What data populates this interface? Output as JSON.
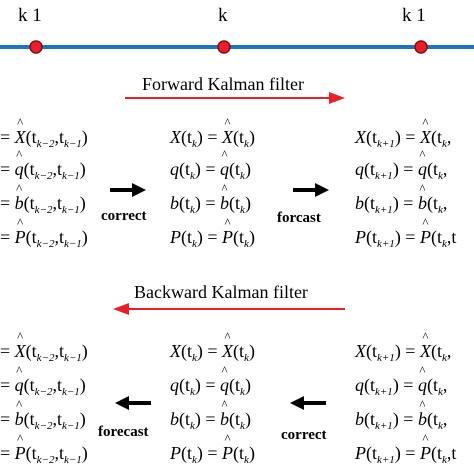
{
  "timeline": {
    "labels": [
      "k 1",
      "k",
      "k 1"
    ],
    "colors": {
      "line": "#1e74c4",
      "node_fill": "#e8202a",
      "node_stroke": "#8a0a10"
    }
  },
  "forward": {
    "title": "Forward Kalman filter",
    "arrow_color": "#e8202a",
    "step_left": "correct",
    "step_right": "forcast",
    "col_prev": {
      "r1": [
        "= ",
        "X",
        "(t",
        "k−2",
        ",t",
        "k−1",
        ")"
      ],
      "r2": [
        "= ",
        "q",
        "(t",
        "k−2",
        ",t",
        "k−1",
        ")"
      ],
      "r3": [
        "= ",
        "b",
        "(t",
        "k−2",
        ",t",
        "k−1",
        ")"
      ],
      "r4": [
        "= ",
        "P",
        "(t",
        "k−2",
        ",t",
        "k−1",
        ")"
      ]
    },
    "col_mid": {
      "r1": [
        "X",
        "(t",
        "k",
        ") = ",
        "X",
        "(t",
        "k",
        ")"
      ],
      "r2": [
        "q",
        "(t",
        "k",
        ") = ",
        "q",
        "(t",
        "k",
        ")"
      ],
      "r3": [
        "b",
        "(t",
        "k",
        ") = ",
        "b",
        "(t",
        "k",
        ")"
      ],
      "r4": [
        "P",
        "(t",
        "k",
        ") = ",
        "P",
        "(t",
        "k",
        ")"
      ]
    },
    "col_next": {
      "r1": [
        "X",
        "(t",
        "k+1",
        ") = ",
        "X",
        "(t",
        "k",
        ","
      ],
      "r2": [
        "q",
        "(t",
        "k+1",
        ") = ",
        "q",
        "(t",
        "k",
        ","
      ],
      "r3": [
        "b",
        "(t",
        "k+1",
        ") = ",
        "b",
        "(t",
        "k",
        ","
      ],
      "r4": [
        "P",
        "(t",
        "k+1",
        ") = ",
        "P",
        "(t",
        "k",
        ",t"
      ]
    }
  },
  "backward": {
    "title": "Backward Kalman filter",
    "arrow_color": "#e8202a",
    "step_left": "forecast",
    "step_right": "correct"
  }
}
